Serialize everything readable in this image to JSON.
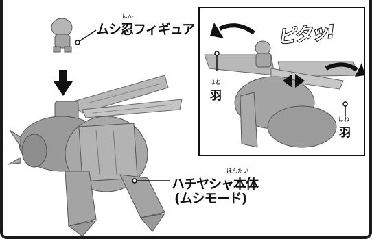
{
  "labels": {
    "figure": {
      "text": "ムシ忍フィギュア",
      "ruby": "にん"
    },
    "body_name": {
      "text": "ハチヤシャ本体",
      "ruby": "ほんたい"
    },
    "body_mode": "(ムシモード)",
    "wing_left": {
      "text": "羽",
      "ruby": "はね"
    },
    "wing_right": {
      "text": "羽",
      "ruby": "はね"
    },
    "exclaim": "ピタッ!"
  },
  "colors": {
    "ink": "#111111",
    "figure_gray": "#a9a9a9",
    "shade": "#7d7d7d",
    "light": "#c9c9c9"
  }
}
